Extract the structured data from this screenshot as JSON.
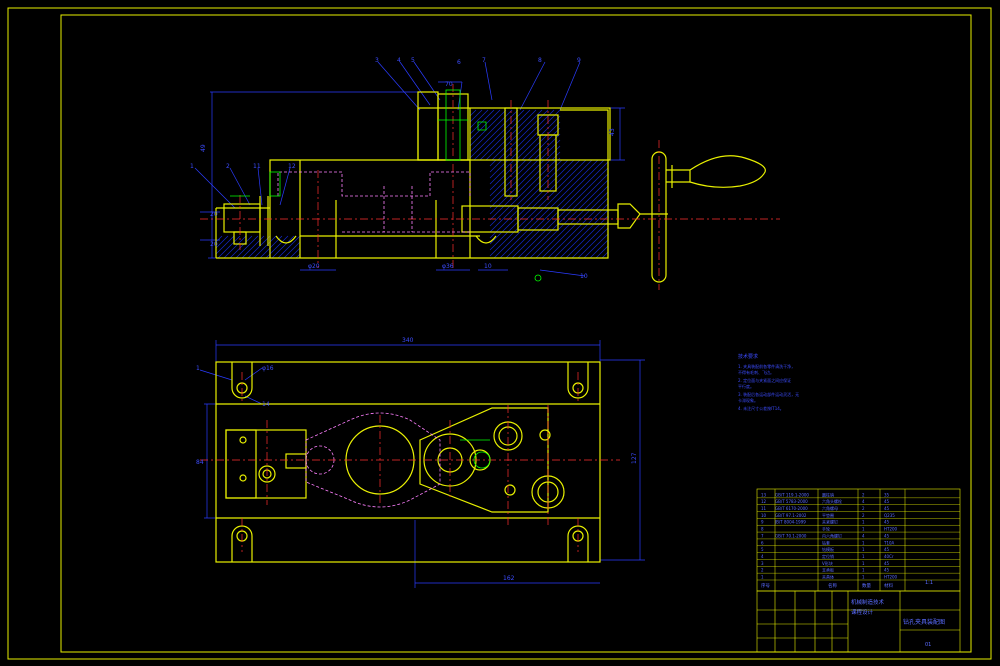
{
  "colors": {
    "background": "#000000",
    "outline": "#e8f000",
    "dimension": "#2a3cff",
    "centerline": "#ff3030",
    "hatch": "#1428c8",
    "detail": "#ff80ff",
    "symbol": "#00ff00",
    "white": "#ffffff"
  },
  "front_view": {
    "dims": {
      "d1": "49",
      "d2": "43",
      "d3": "20",
      "d4": "20",
      "d5": "70",
      "d6": "φ20",
      "d7": "φ36",
      "d8": "10"
    },
    "balloons": {
      "b1": "3",
      "b2": "4",
      "b3": "5",
      "b4": "6",
      "b5": "7",
      "b6": "8",
      "b7": "9",
      "b8": "10",
      "b9": "1",
      "b10": "2",
      "b11": "11",
      "b12": "12"
    }
  },
  "top_view": {
    "dims": {
      "width": "340",
      "bottom": "162",
      "height": "127",
      "left": "84",
      "hole": "φ16"
    },
    "balloons": {
      "b1": "1",
      "b2": "14"
    }
  },
  "notes": {
    "title": "技术要求",
    "lines": [
      "1. 夹具装配前各零件清洗干净，",
      "   不得有毛刺、飞边。",
      "2. 定位面与夹紧面之间应保证",
      "   平行度。",
      "3. 装配后各运动部件运动灵活，无",
      "   卡滞现象。",
      "4. 未注尺寸公差按IT14。"
    ]
  },
  "title_block": {
    "bom_rows": [
      [
        "13",
        "GB/T 119.1-2000",
        "圆柱销",
        "2",
        "35"
      ],
      [
        "12",
        "GB/T 5783-2000",
        "六角头螺栓",
        "4",
        "45"
      ],
      [
        "11",
        "GB/T 6170-2000",
        "六角螺母",
        "2",
        "45"
      ],
      [
        "10",
        "GB/T 97.1-2002",
        "平垫圈",
        "2",
        "Q235"
      ],
      [
        "9",
        "JB/T 8004-1999",
        "夹紧螺钉",
        "1",
        "45"
      ],
      [
        "8",
        "",
        "手轮",
        "1",
        "HT200"
      ],
      [
        "7",
        "GB/T 70.1-2000",
        "内六角螺钉",
        "4",
        "45"
      ],
      [
        "6",
        "",
        "钻套",
        "1",
        "T10A"
      ],
      [
        "5",
        "",
        "钻模板",
        "1",
        "45"
      ],
      [
        "4",
        "",
        "定位销",
        "1",
        "40Cr"
      ],
      [
        "3",
        "",
        "V形块",
        "1",
        "45"
      ],
      [
        "2",
        "",
        "支承板",
        "1",
        "45"
      ],
      [
        "1",
        "",
        "夹具体",
        "1",
        "HT200"
      ]
    ],
    "header": {
      "no": "序号",
      "name": "名称",
      "qty": "数量",
      "material": "材料"
    },
    "school": "机械制造技术",
    "school2": "课程设计",
    "drawing_title": "钻孔夹具装配图",
    "scale": "1:1",
    "sheet": "01"
  }
}
